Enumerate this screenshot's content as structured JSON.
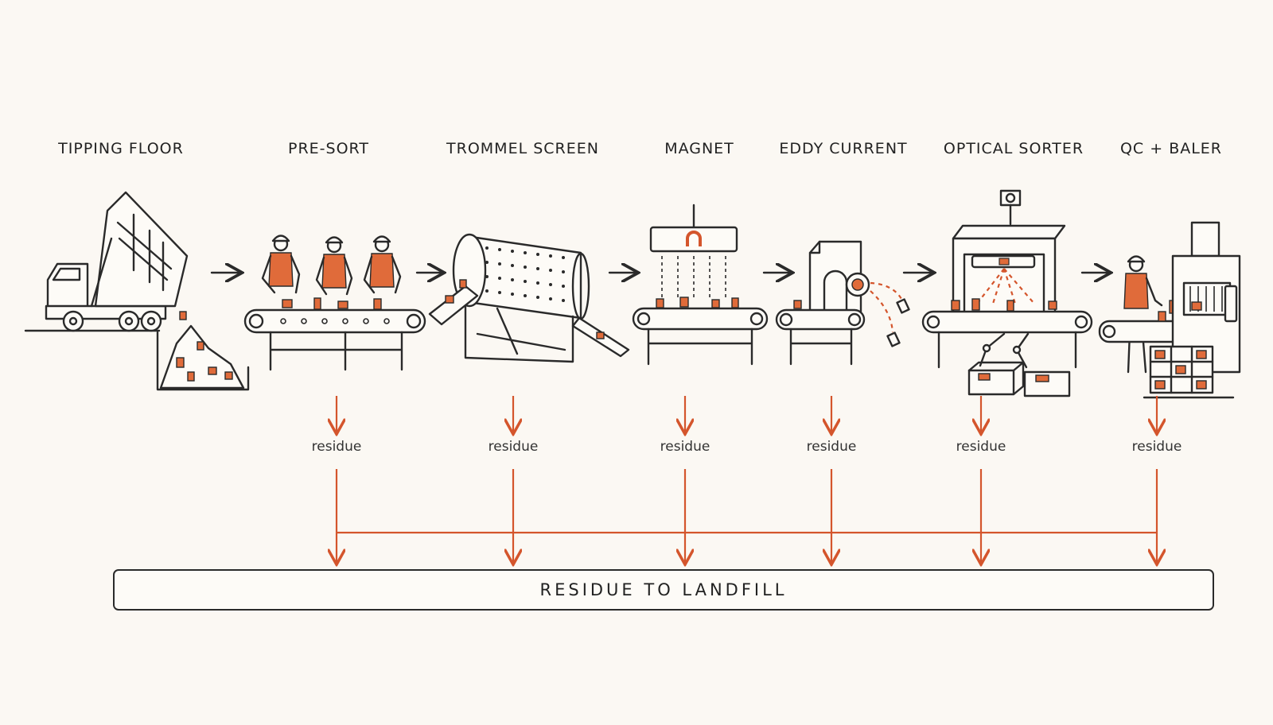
{
  "stages": [
    {
      "title": "TIPPING FLOOR"
    },
    {
      "title": "PRE-SORT"
    },
    {
      "title": "TROMMEL SCREEN"
    },
    {
      "title": "MAGNET"
    },
    {
      "title": "EDDY CURRENT"
    },
    {
      "title": "OPTICAL SORTER"
    },
    {
      "title": "QC + BALER"
    }
  ],
  "residue_label": "residue",
  "landfill_label": "RESIDUE TO LANDFILL",
  "colors": {
    "accent": "#d4552c",
    "ink": "#2a2a2a",
    "background": "#fbf8f3"
  },
  "icons": [
    "dump-truck-icon",
    "worker-icon",
    "conveyor-icon",
    "trommel-icon",
    "magnet-icon",
    "eddy-current-icon",
    "camera-icon",
    "robot-arm-icon",
    "bale-icon",
    "arrow-right-icon",
    "arrow-down-icon"
  ]
}
